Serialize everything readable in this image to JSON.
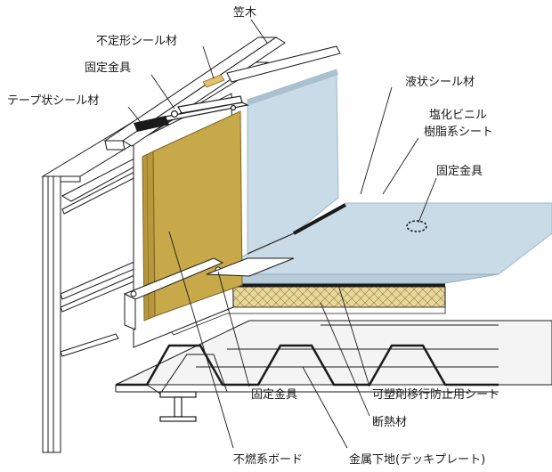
{
  "labels": {
    "kasagi": "笠木",
    "futeikei_seal": "不定形シール材",
    "kotei_kanagu_top": "固定金具",
    "tape_seal": "テープ状シール材",
    "ekijo_seal": "液状シール材",
    "pvc_line1": "塩化ビニル",
    "pvc_line2": "樹脂系シート",
    "kotei_kanagu_right": "固定金具",
    "kotei_kanagu_bottom": "固定金具",
    "kasozai_sheet": "可塑剤移行防止用シート",
    "dannetsu": "断熱材",
    "funen_board": "不燃系ボード",
    "deck": "金属下地(デッキプレート)"
  },
  "colors": {
    "membrane": "#c9dbe6",
    "membrane_edge": "#9fb8c8",
    "board": "#c7a94a",
    "insulation": "#e8d79a",
    "sealant": "#e3c06a",
    "tape": "#1a1a1a",
    "line": "#1a1a1a"
  }
}
